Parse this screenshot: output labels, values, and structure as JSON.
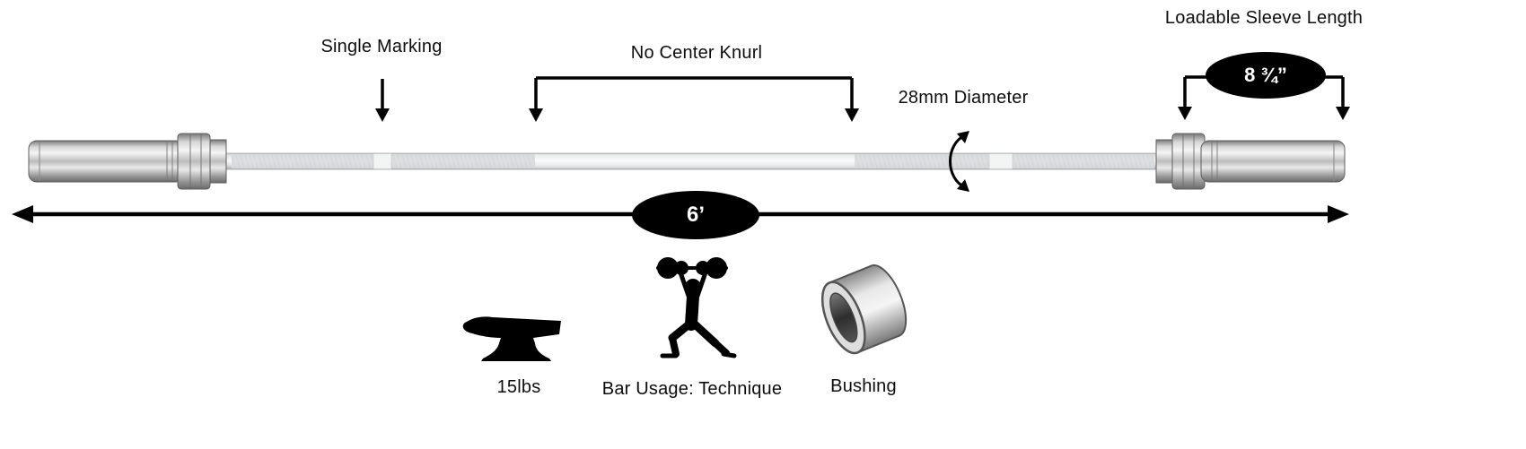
{
  "annotations": {
    "single_marking": "Single Marking",
    "no_center_knurl": "No Center Knurl",
    "diameter": "28mm Diameter",
    "loadable_sleeve_length": "Loadable Sleeve Length",
    "sleeve_length_value": "8 ¾”",
    "bar_length_value": "6’"
  },
  "features": [
    {
      "icon": "anvil-icon",
      "label": "15lbs"
    },
    {
      "icon": "weightlifter-icon",
      "label": "Bar Usage: Technique"
    },
    {
      "icon": "bushing-icon",
      "label": "Bushing"
    }
  ],
  "colors": {
    "annotation_color": "#000000",
    "badge_fill": "#000000",
    "badge_text": "#ffffff",
    "background": "#ffffff"
  }
}
